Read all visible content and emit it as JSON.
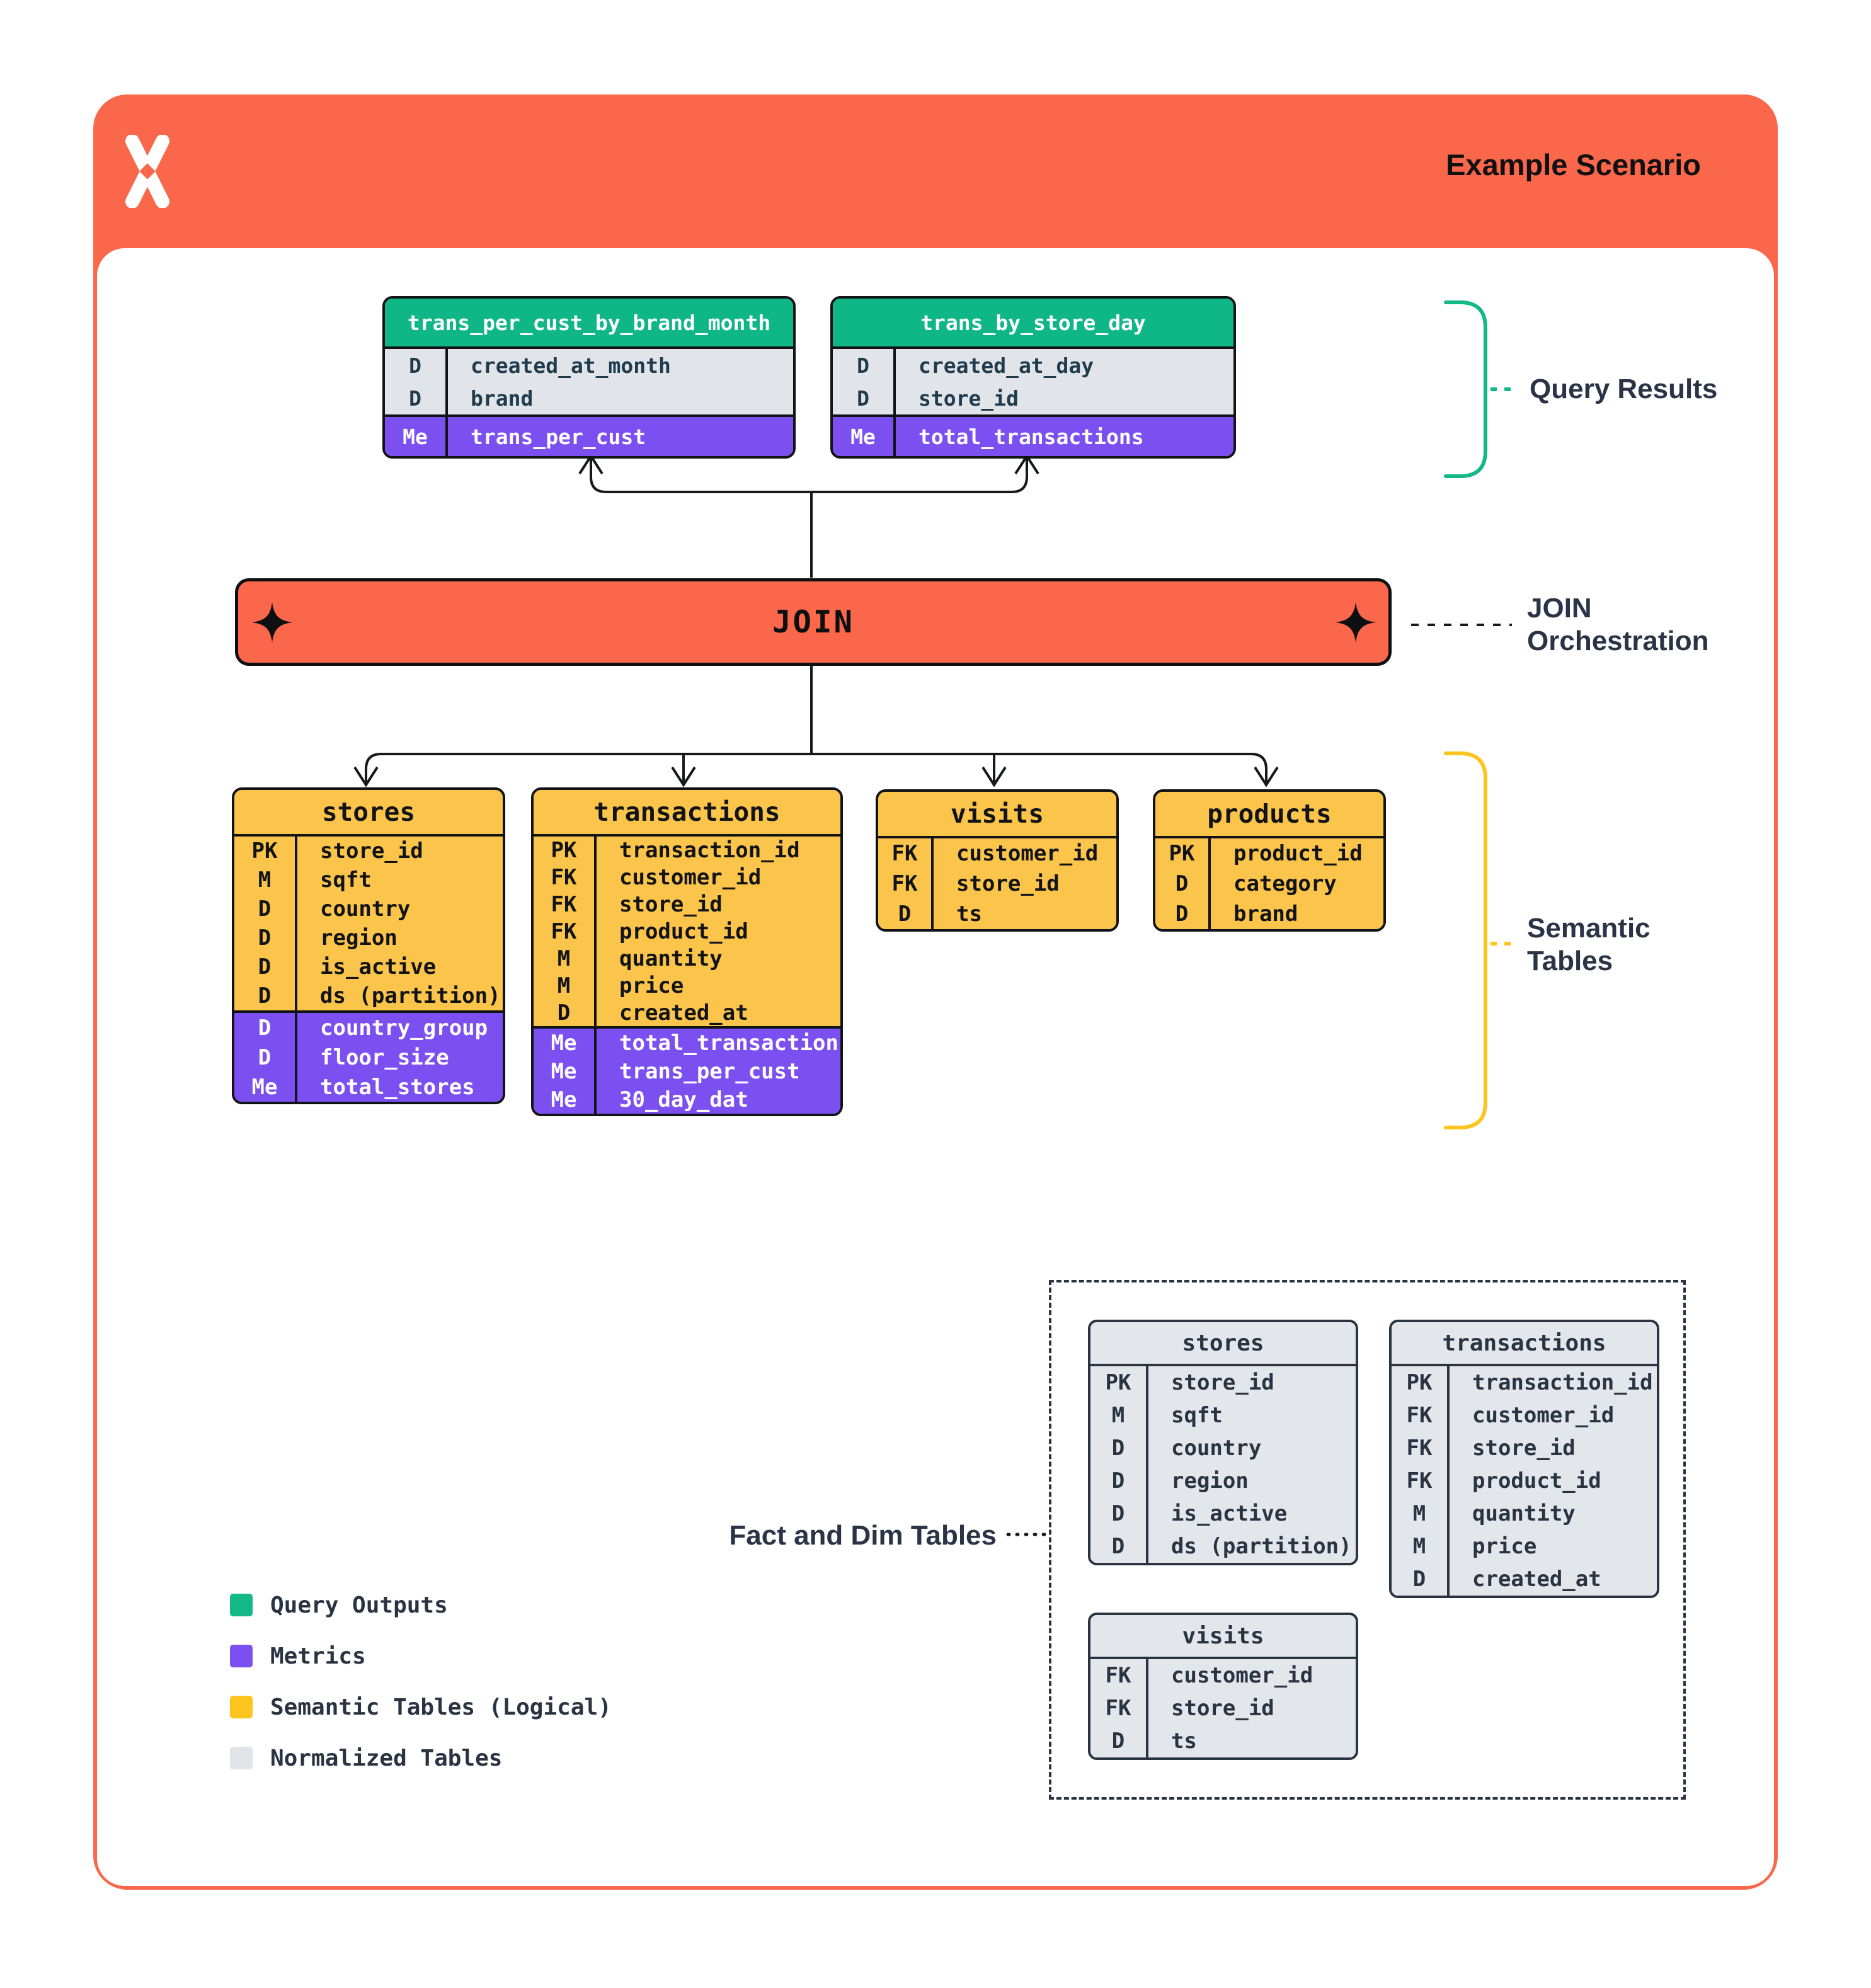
{
  "header": {
    "title": "Example Scenario"
  },
  "join": {
    "label": "JOIN"
  },
  "labels": {
    "query_results": "Query Results",
    "join_orchestration": "JOIN\nOrchestration",
    "semantic_tables": "Semantic\nTables",
    "fact_dim": "Fact and Dim Tables"
  },
  "query_tables": [
    {
      "title": "trans_per_cust_by_brand_month",
      "dims": [
        {
          "key": "D",
          "name": "created_at_month"
        },
        {
          "key": "D",
          "name": "brand"
        }
      ],
      "metrics": [
        {
          "key": "Me",
          "name": "trans_per_cust"
        }
      ]
    },
    {
      "title": "trans_by_store_day",
      "dims": [
        {
          "key": "D",
          "name": "created_at_day"
        },
        {
          "key": "D",
          "name": "store_id"
        }
      ],
      "metrics": [
        {
          "key": "Me",
          "name": "total_transactions"
        }
      ]
    }
  ],
  "semantic_tables": [
    {
      "title": "stores",
      "dims": [
        {
          "key": "PK",
          "name": "store_id"
        },
        {
          "key": "M",
          "name": "sqft"
        },
        {
          "key": "D",
          "name": "country"
        },
        {
          "key": "D",
          "name": "region"
        },
        {
          "key": "D",
          "name": "is_active"
        },
        {
          "key": "D",
          "name": "ds (partition)"
        }
      ],
      "metrics": [
        {
          "key": "D",
          "name": "country_group"
        },
        {
          "key": "D",
          "name": "floor_size"
        },
        {
          "key": "Me",
          "name": "total_stores"
        }
      ]
    },
    {
      "title": "transactions",
      "dims": [
        {
          "key": "PK",
          "name": "transaction_id"
        },
        {
          "key": "FK",
          "name": "customer_id"
        },
        {
          "key": "FK",
          "name": "store_id"
        },
        {
          "key": "FK",
          "name": "product_id"
        },
        {
          "key": "M",
          "name": "quantity"
        },
        {
          "key": "M",
          "name": "price"
        },
        {
          "key": "D",
          "name": "created_at"
        }
      ],
      "metrics": [
        {
          "key": "Me",
          "name": "total_transactions"
        },
        {
          "key": "Me",
          "name": "trans_per_cust"
        },
        {
          "key": "Me",
          "name": "30_day_dat"
        }
      ]
    },
    {
      "title": "visits",
      "dims": [
        {
          "key": "FK",
          "name": "customer_id"
        },
        {
          "key": "FK",
          "name": "store_id"
        },
        {
          "key": "D",
          "name": "ts"
        }
      ],
      "metrics": []
    },
    {
      "title": "products",
      "dims": [
        {
          "key": "PK",
          "name": "product_id"
        },
        {
          "key": "D",
          "name": "category"
        },
        {
          "key": "D",
          "name": "brand"
        }
      ],
      "metrics": []
    }
  ],
  "normalized_tables": [
    {
      "title": "stores",
      "rows": [
        {
          "key": "PK",
          "name": "store_id"
        },
        {
          "key": "M",
          "name": "sqft"
        },
        {
          "key": "D",
          "name": "country"
        },
        {
          "key": "D",
          "name": "region"
        },
        {
          "key": "D",
          "name": "is_active"
        },
        {
          "key": "D",
          "name": "ds (partition)"
        }
      ]
    },
    {
      "title": "transactions",
      "rows": [
        {
          "key": "PK",
          "name": "transaction_id"
        },
        {
          "key": "FK",
          "name": "customer_id"
        },
        {
          "key": "FK",
          "name": "store_id"
        },
        {
          "key": "FK",
          "name": "product_id"
        },
        {
          "key": "M",
          "name": "quantity"
        },
        {
          "key": "M",
          "name": "price"
        },
        {
          "key": "D",
          "name": "created_at"
        }
      ]
    },
    {
      "title": "visits",
      "rows": [
        {
          "key": "FK",
          "name": "customer_id"
        },
        {
          "key": "FK",
          "name": "store_id"
        },
        {
          "key": "D",
          "name": "ts"
        }
      ]
    }
  ],
  "legend": {
    "items": [
      {
        "label": "Query Outputs",
        "color": "#12B886"
      },
      {
        "label": "Metrics",
        "color": "#7C4FF0"
      },
      {
        "label": "Semantic Tables (Logical)",
        "color": "#FCC41C"
      },
      {
        "label": "Normalized Tables",
        "color": "#E1E4E8"
      }
    ]
  },
  "colors": {
    "accent_orange": "#FA674B",
    "query_green": "#0FB686",
    "bracket_green": "#12B886",
    "metric_purple": "#7C4FF0",
    "semantic_yellow": "#FBC44A",
    "bracket_yellow": "#FCC41C",
    "normalized_gray": "#E3E6EA",
    "ink_navy": "#2A3342",
    "line_black": "#17181A"
  }
}
